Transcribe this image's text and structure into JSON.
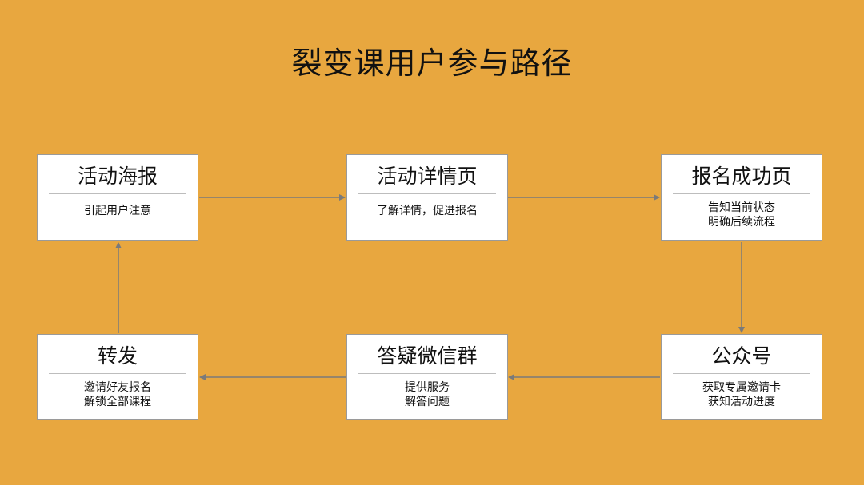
{
  "title": "裂变课用户参与路径",
  "nodes": [
    {
      "title": "活动海报",
      "desc": [
        "引起用户注意"
      ]
    },
    {
      "title": "活动详情页",
      "desc": [
        "了解详情，促进报名"
      ]
    },
    {
      "title": "报名成功页",
      "desc": [
        "告知当前状态",
        "明确后续流程"
      ]
    },
    {
      "title": "公众号",
      "desc": [
        "获取专属邀请卡",
        "获知活动进度"
      ]
    },
    {
      "title": "答疑微信群",
      "desc": [
        "提供服务",
        "解答问题"
      ]
    },
    {
      "title": "转发",
      "desc": [
        "邀请好友报名",
        "解锁全部课程"
      ]
    }
  ],
  "colors": {
    "background": "#E8A73F",
    "node_fill": "#FFFFFF",
    "connector": "#7a7a7a"
  }
}
